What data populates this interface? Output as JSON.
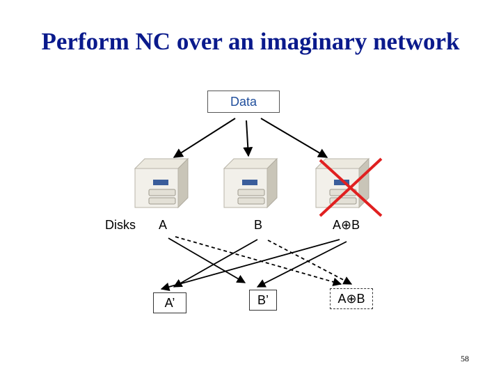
{
  "title": "Perform NC over an imaginary network",
  "source": {
    "label": "Data"
  },
  "disks_label": "Disks",
  "disks": [
    {
      "label": "A",
      "failed": false
    },
    {
      "label": "B",
      "failed": false
    },
    {
      "label": "A⊕B",
      "failed": true
    }
  ],
  "outputs": [
    {
      "label": "A’",
      "border": "solid"
    },
    {
      "label": "B’",
      "border": "solid"
    },
    {
      "label": "A⊕B",
      "border": "dashed"
    }
  ],
  "colors": {
    "title": "#0a1a8c",
    "data_text": "#1f4e9c",
    "failure_mark": "#e02020"
  },
  "page_number": "58"
}
